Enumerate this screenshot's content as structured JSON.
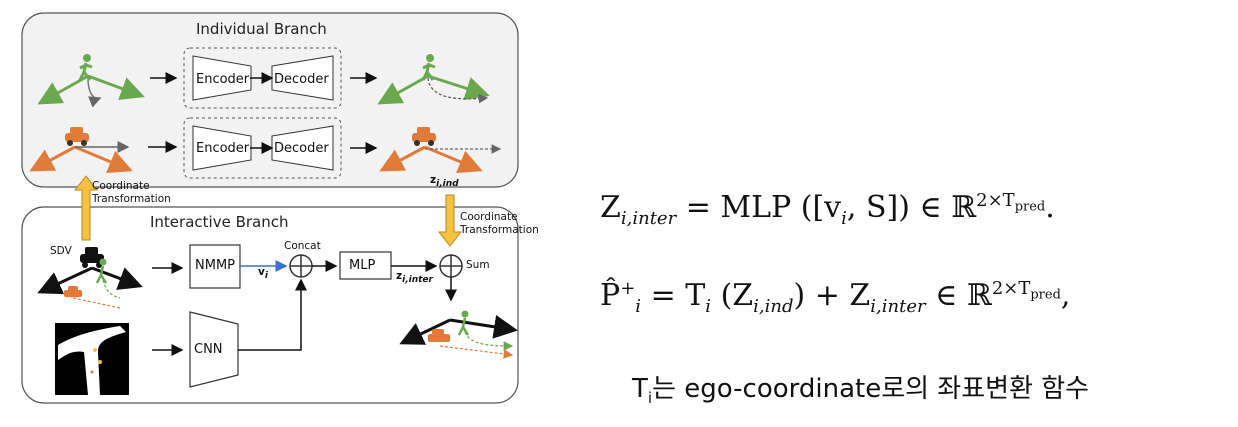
{
  "diagram": {
    "individual_branch": {
      "title": "Individual Branch",
      "encoder_label": "Encoder",
      "decoder_label": "Decoder",
      "z_ind_label": "z",
      "z_ind_sub": "i,ind"
    },
    "coordinate_transform_left": "Coordinate Transformation",
    "coordinate_transform_right": "Coordinate Transformation",
    "interactive_branch": {
      "title": "Interactive Branch",
      "sdv_label": "SDV",
      "nmmp_label": "NMMP",
      "v_label": "v",
      "v_sub": "i",
      "concat_label": "Concat",
      "mlp_label": "MLP",
      "z_inter_label": "z",
      "z_inter_sub": "i,inter",
      "cnn_label": "CNN",
      "sum_label": "Sum"
    }
  },
  "equations": {
    "eq1_lhs_Z": "Z",
    "eq1_lhs_sub": "i,inter",
    "eq1_rhs": "=  MLP ([v",
    "eq1_rhs_sub": "i",
    "eq1_rhs2": ", S]) ∈ ℝ",
    "eq1_sup": "2×T",
    "eq1_sup_sub": "pred",
    "eq1_end": ".",
    "eq2_lhs": "P̂",
    "eq2_lhs_sup": "+",
    "eq2_lhs_sub": "i",
    "eq2_rhs": "=  T",
    "eq2_rhs_sub": "i",
    "eq2_rhs2": " (Z",
    "eq2_rhs2_sub": "i,ind",
    "eq2_rhs3": ") + Z",
    "eq2_rhs3_sub": "i,inter",
    "eq2_rhs4": " ∈ ℝ",
    "eq2_sup": "2×T",
    "eq2_sup_sub": "pred",
    "eq2_end": ","
  },
  "caption": {
    "prefix": "T",
    "prefix_sub": "i",
    "text": "는 ego-coordinate로의 좌표변환 함수"
  },
  "colors": {
    "pedestrian_green": "#6aa84f",
    "car_orange": "#e07b39",
    "arrow_yellow": "#f5c242",
    "v_blue": "#3d6fd1"
  }
}
